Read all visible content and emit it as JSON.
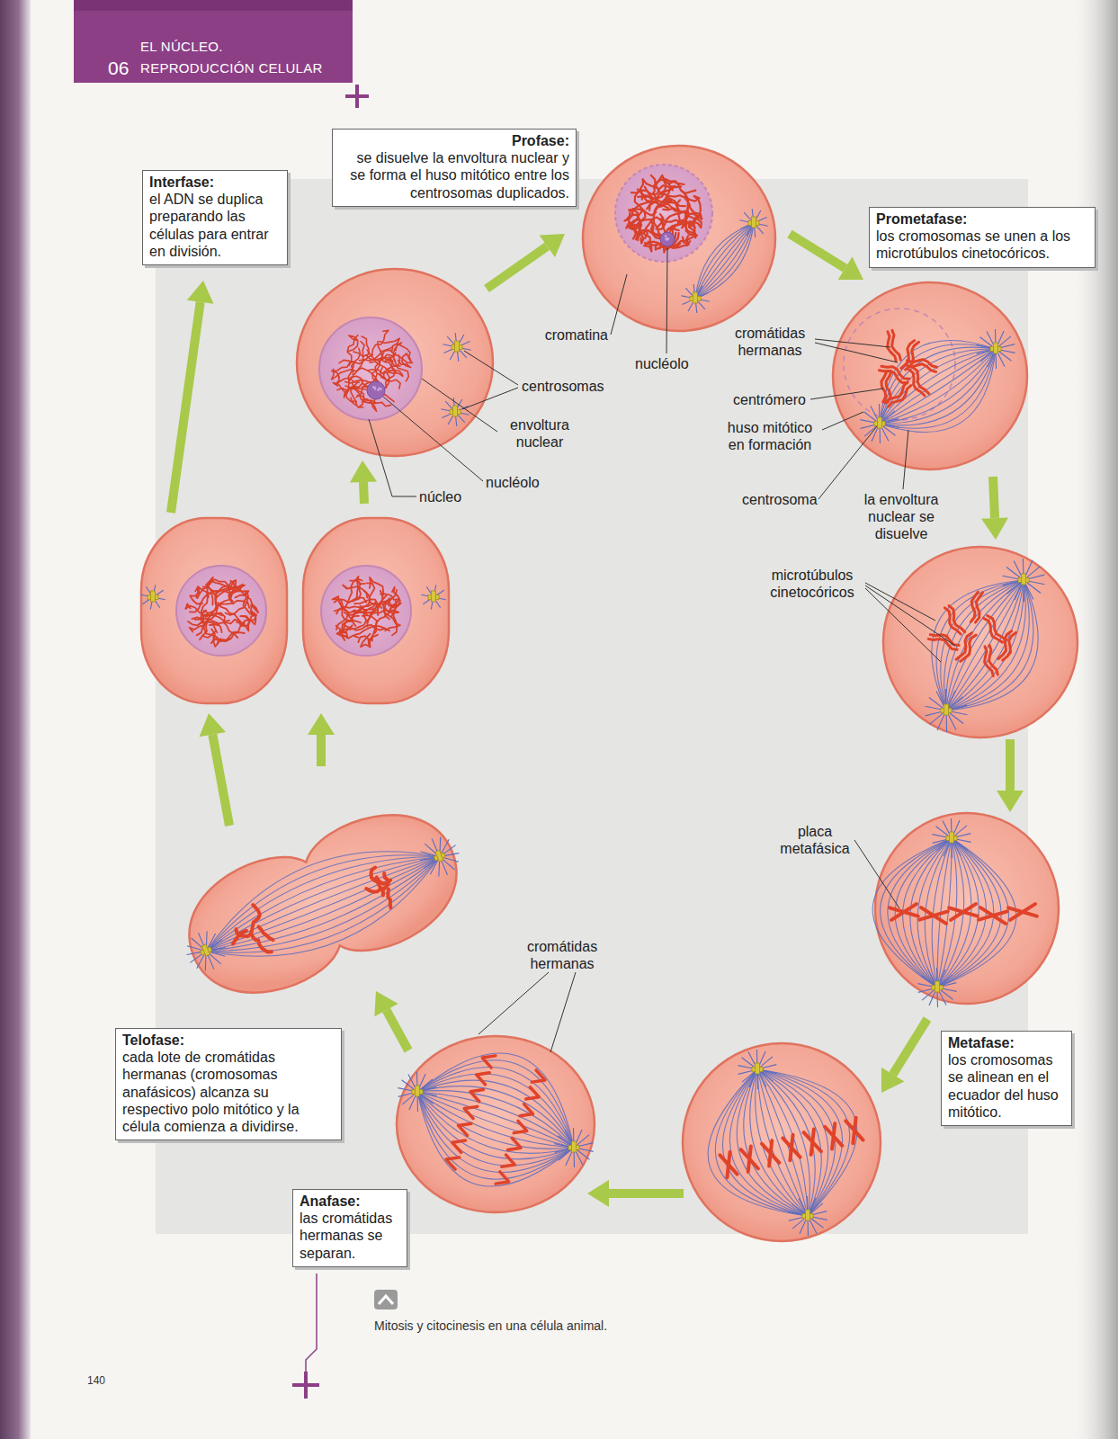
{
  "diagram": {
    "caption": "Mitosis y citocinesis en una célula animal.",
    "nodes": [
      {
        "text": [
          "Interfase:",
          "el ADN se duplica preparando las células para entrar en división."
        ]
      },
      {
        "text": [
          "Profase:",
          "se disuelve la envoltura nuclear y se forma el huso mitótico entre los centrosomas duplicados."
        ]
      },
      {
        "text": [
          "Prometafase:",
          "los cromosomas se unen a los microtúbulos cinetocóricos."
        ]
      },
      {
        "text": [
          "Metafase:",
          "los cromosomas se alinean en el ecuador del huso mitótico."
        ]
      },
      {
        "text": [
          "Anafase:",
          "las cromátidas hermanas se separan."
        ]
      },
      {
        "text": [
          "Telofase:",
          "cada lote de cromátidas hermanas (cromosomas anafásicos) alcanza su respectivo polo mitótico y la célula comienza a dividirse."
        ]
      }
    ],
    "labels": [
      "EL NÚCLEO.",
      "06",
      "REPRODUCCIÓN CELULAR",
      "cromatina",
      "nucléolo",
      "centrosomas",
      "envoltura nuclear",
      "nucléolo",
      "núcleo",
      "cromátidas hermanas",
      "centrómero",
      "huso mitótico en formación",
      "centrosoma",
      "la envoltura nuclear se disuelve",
      "microtúbulos cinetocóricos",
      "placa metafásica",
      "cromátidas hermanas",
      "140"
    ]
  }
}
